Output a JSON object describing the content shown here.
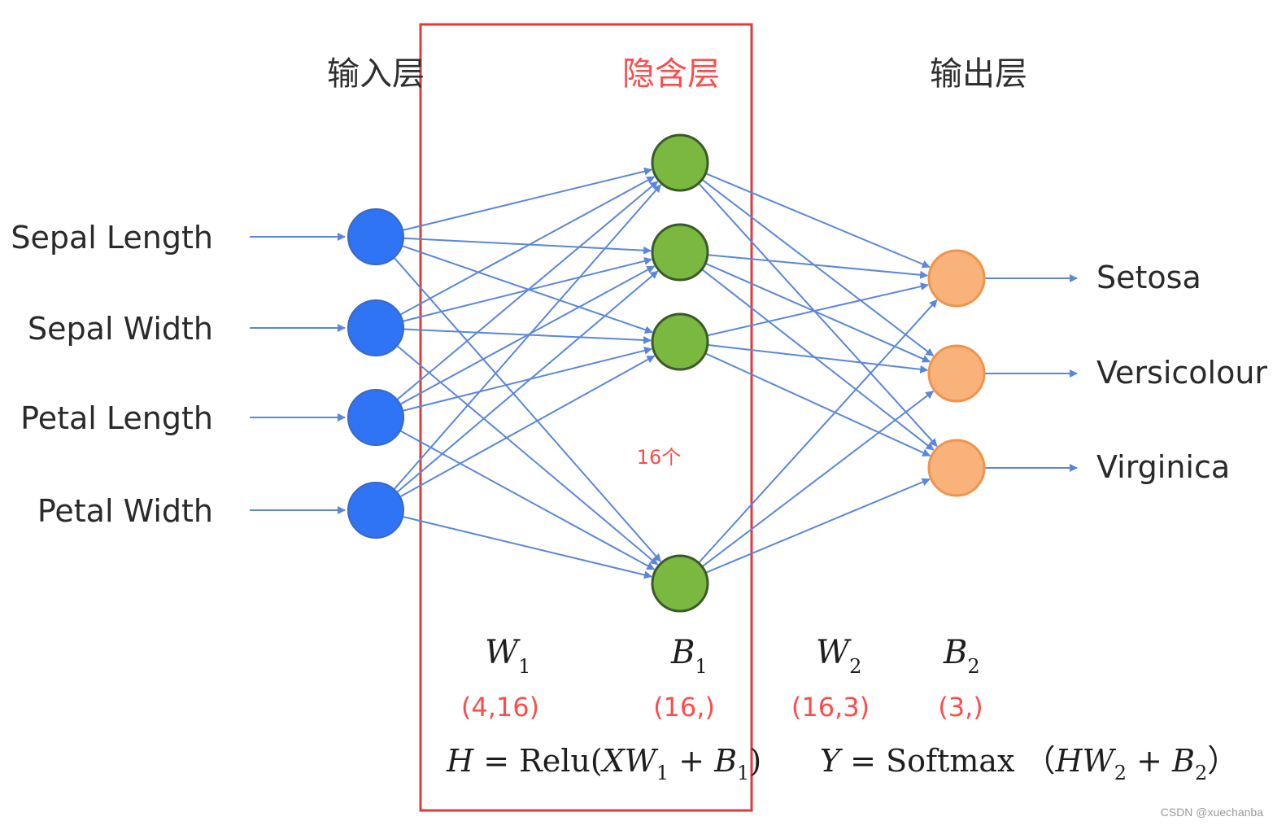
{
  "colors": {
    "input_node": "#2f74f5",
    "input_stroke": "#3a68c2",
    "hidden_node": "#7ab83f",
    "hidden_stroke": "#3b5a29",
    "output_node": "#f8b27a",
    "output_stroke": "#f0944c",
    "edge": "#5a86dc",
    "hidden_box": "#e03a3a",
    "accent_red": "#ff4b4b"
  },
  "layers": {
    "input": {
      "title": "输入层",
      "features": [
        "Sepal Length",
        "Sepal Width",
        "Petal Length",
        "Petal Width"
      ]
    },
    "hidden": {
      "title": "隐含层",
      "count_label": "16个",
      "visible_node_count": 4
    },
    "output": {
      "title": "输出层",
      "classes": [
        "Setosa",
        "Versicolour",
        "Virginica"
      ]
    }
  },
  "params": [
    {
      "symbol": "W",
      "subscript": "1",
      "shape": "(4,16)"
    },
    {
      "symbol": "B",
      "subscript": "1",
      "shape": "(16,)"
    },
    {
      "symbol": "W",
      "subscript": "2",
      "shape": "(16,3)"
    },
    {
      "symbol": "B",
      "subscript": "2",
      "shape": "(3,)"
    }
  ],
  "formulas": {
    "hidden": {
      "lhs": "H",
      "eq": " = ",
      "fn": "Relu(",
      "a": "XW",
      "a_sub": "1",
      "plus": " + ",
      "b": "B",
      "b_sub": "1",
      "close": ")"
    },
    "output": {
      "lhs": "Y",
      "eq": " = ",
      "fn": "Softmax （",
      "a": "HW",
      "a_sub": "2",
      "plus": " + ",
      "b": "B",
      "b_sub": "2",
      "close": "）"
    }
  },
  "watermark": "CSDN @xuechanba"
}
